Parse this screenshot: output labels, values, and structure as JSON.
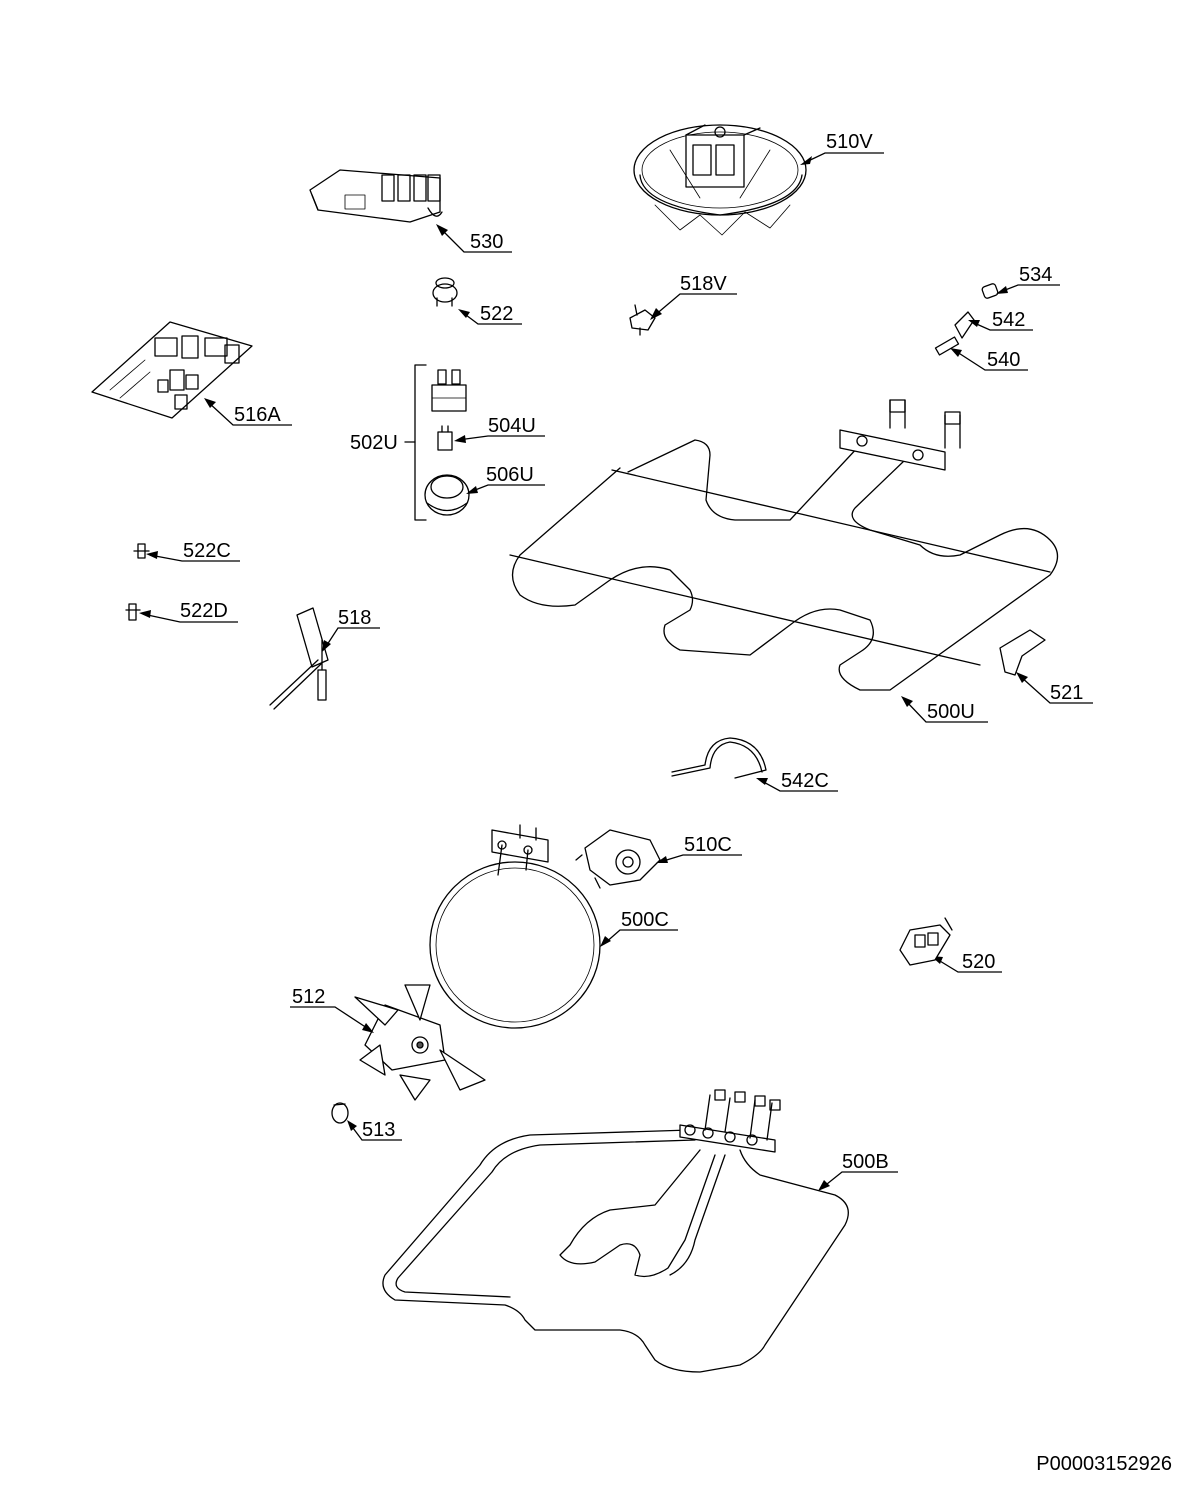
{
  "document_id": "P00003152926",
  "callouts": {
    "c510V": "510V",
    "c530": "530",
    "c522": "522",
    "c518V": "518V",
    "c534": "534",
    "c542": "542",
    "c540": "540",
    "c516A": "516A",
    "c502U": "502U",
    "c504U": "504U",
    "c506U": "506U",
    "c522C": "522C",
    "c522D": "522D",
    "c518": "518",
    "c500U": "500U",
    "c521": "521",
    "c542C": "542C",
    "c510C": "510C",
    "c500C": "500C",
    "c520": "520",
    "c512": "512",
    "c513": "513",
    "c500B": "500B"
  }
}
